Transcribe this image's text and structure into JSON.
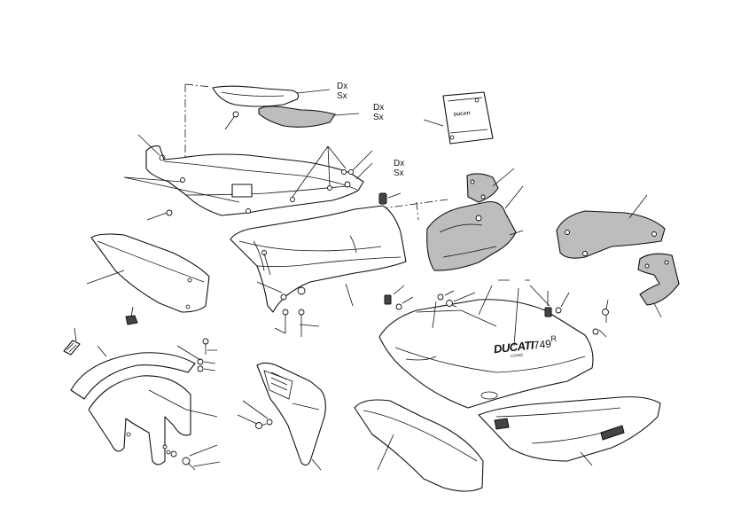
{
  "labels": {
    "dx_1": "Dx",
    "sx_1": "Sx",
    "dx_2": "Dx",
    "sx_2": "Sx",
    "dx_3": "Dx",
    "sx_3": "Sx"
  },
  "fairing_logo": {
    "brand": "DUCATI",
    "model": "749",
    "suffix": "R",
    "subtext": "CORSE"
  },
  "kit_bag": {
    "brand": "DUCATI"
  }
}
